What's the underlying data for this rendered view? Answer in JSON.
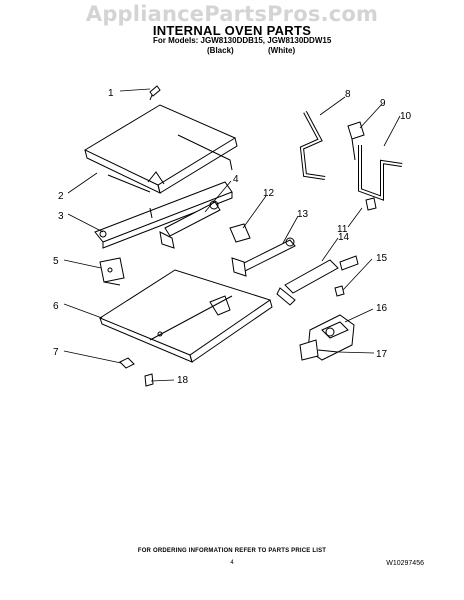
{
  "watermark": "AppliancePartsPros.com",
  "title": "INTERNAL OVEN PARTS",
  "models": "For Models: JGW8130DDB15, JGW8130DDW15",
  "colors": {
    "black": "(Black)",
    "white": "(White)"
  },
  "callouts": {
    "c1": "1",
    "c2": "2",
    "c3": "3",
    "c4": "4",
    "c5": "5",
    "c6": "6",
    "c7": "7",
    "c8": "8",
    "c9": "9",
    "c10": "10",
    "c11": "11",
    "c12": "12",
    "c13": "13",
    "c14": "14",
    "c15": "15",
    "c16": "16",
    "c17": "17",
    "c18": "18"
  },
  "footer": "FOR ORDERING INFORMATION REFER TO PARTS PRICE LIST",
  "page_number": "4",
  "doc_number": "W10297456"
}
